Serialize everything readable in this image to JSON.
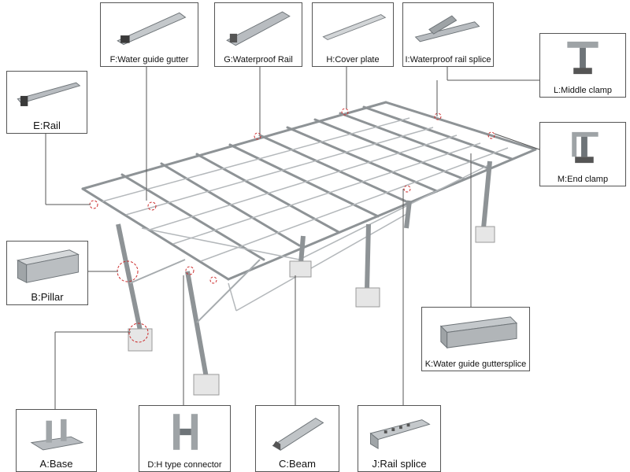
{
  "components": {
    "A": {
      "label": "A:Base",
      "icon": "base-bracket-icon"
    },
    "B": {
      "label": "B:Pillar",
      "icon": "square-tube-pillar-icon"
    },
    "C": {
      "label": "C:Beam",
      "icon": "beam-profile-icon"
    },
    "D": {
      "label": "D:H type connector",
      "icon": "h-connector-icon"
    },
    "E": {
      "label": "E:Rail",
      "icon": "rail-profile-icon"
    },
    "F": {
      "label": "F:Water guide gutter",
      "icon": "gutter-profile-icon"
    },
    "G": {
      "label": "G:Waterproof Rail",
      "icon": "waterproof-rail-icon"
    },
    "H": {
      "label": "H:Cover plate",
      "icon": "cover-plate-icon"
    },
    "I": {
      "label": "I:Waterproof rail splice",
      "icon": "rail-splice-clips-icon"
    },
    "J": {
      "label": "J:Rail splice",
      "icon": "perforated-splice-icon"
    },
    "K": {
      "label": "K:Water guide guttersplice",
      "icon": "gutter-splice-icon"
    },
    "L": {
      "label": "L:Middle clamp",
      "icon": "middle-clamp-icon"
    },
    "M": {
      "label": "M:End clamp",
      "icon": "end-clamp-icon"
    }
  },
  "colors": {
    "metal": "#b8bcc0",
    "metal_dark": "#6e7478",
    "concrete": "#e6e6e6",
    "highlight": "#cc2a2a",
    "line": "#555555"
  }
}
